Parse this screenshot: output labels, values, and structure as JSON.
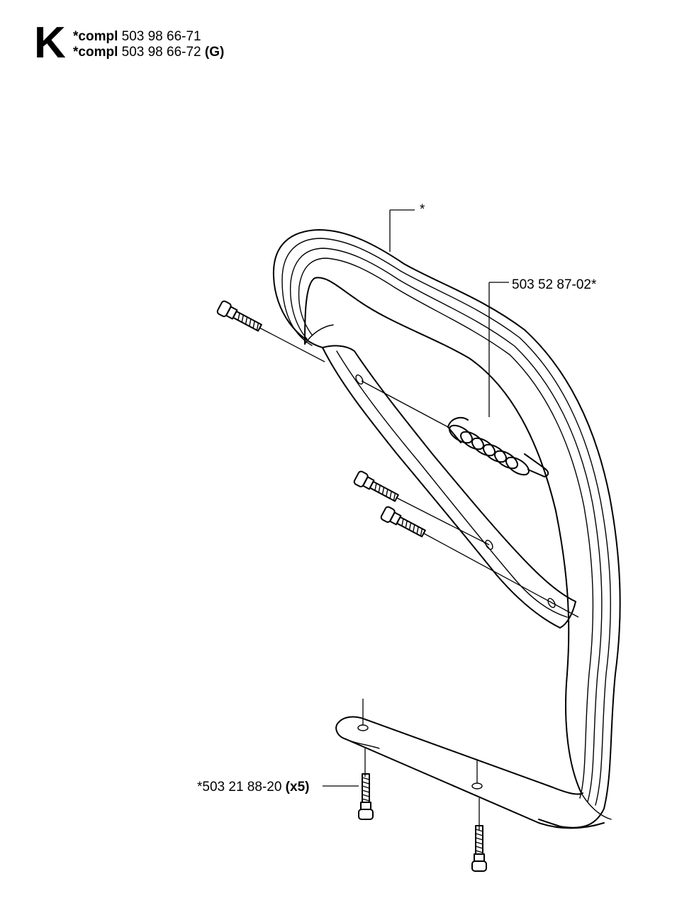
{
  "header": {
    "section_letter": "K",
    "lines": [
      {
        "prefix": "*compl",
        "number": "503 98 66-71",
        "suffix": ""
      },
      {
        "prefix": "*compl",
        "number": "503 98 66-72",
        "suffix": "(G)"
      }
    ]
  },
  "callouts": {
    "handle_bar": "*",
    "vibration_damper": "503 52 87-02*",
    "screw": {
      "number": "*503 21 88-20",
      "qty": "(x5)"
    }
  }
}
